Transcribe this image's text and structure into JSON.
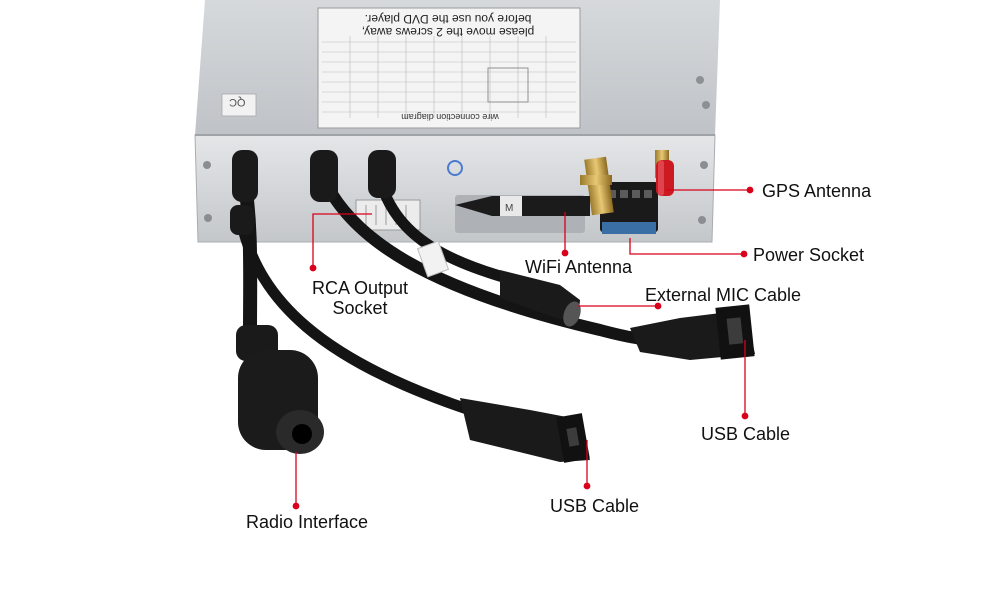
{
  "colors": {
    "accent": "#d9001b",
    "device_body": "#c9ccd0",
    "cable": "#141414",
    "text": "#111111"
  },
  "device_label": {
    "warning_line1": "please move the 2 screws away,",
    "warning_line2": "before you use the DVD player.",
    "diagram_title": "wire connection diagram",
    "qc_stamp": "QC"
  },
  "callouts": {
    "gps_antenna": "GPS Antenna",
    "power_socket": "Power Socket",
    "wifi_antenna": "WiFi Antenna",
    "external_mic": "External MIC Cable",
    "rca_output_line1": "RCA Output",
    "rca_output_line2": "Socket",
    "usb_cable_right": "USB Cable",
    "usb_cable_left": "USB Cable",
    "radio_interface": "Radio Interface"
  }
}
